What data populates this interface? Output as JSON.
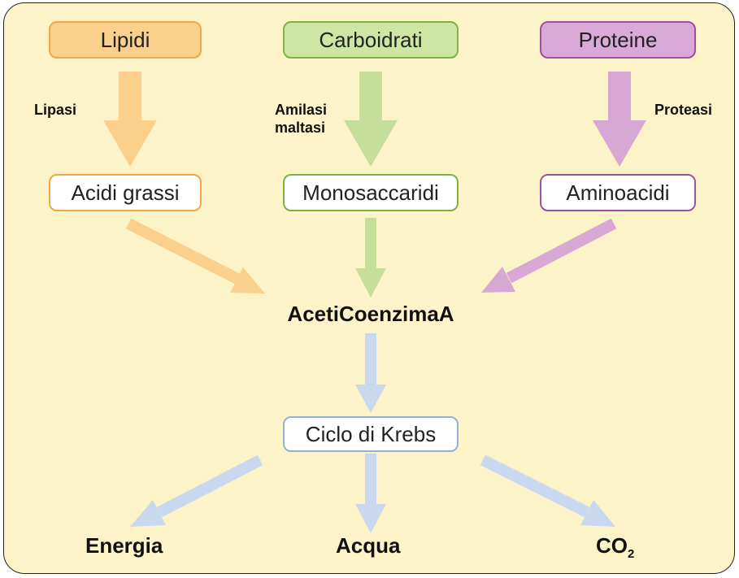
{
  "nodes": {
    "lipidi": "Lipidi",
    "carboidrati": "Carboidrati",
    "proteine": "Proteine",
    "acidi_grassi": "Acidi grassi",
    "monosaccaridi": "Monosaccaridi",
    "aminoacidi": "Aminoacidi",
    "aceticoenzima": "AcetiCoenzimaA",
    "ciclo_krebs": "Ciclo di Krebs"
  },
  "enzymes": {
    "lipasi": "Lipasi",
    "amilasi": "Amilasi",
    "maltasi": "maltasi",
    "proteasi": "Proteasi"
  },
  "products": {
    "energia": "Energia",
    "acqua": "Acqua",
    "co2_main": "CO",
    "co2_sub": "2"
  },
  "colors": {
    "background": "#fdf3c8",
    "lipid_fill": "#fbcf8c",
    "lipid_stroke": "#f0a845",
    "carb_fill": "#cde6a4",
    "carb_stroke": "#7cb342",
    "protein_fill": "#d9a9d8",
    "protein_stroke": "#a0509c",
    "krebs_stroke": "#8fb2d6",
    "arrow_orange": "#fbcf8c",
    "arrow_green": "#c5df9a",
    "arrow_purple": "#d7a8d3",
    "arrow_blue": "#c8d8ee"
  }
}
